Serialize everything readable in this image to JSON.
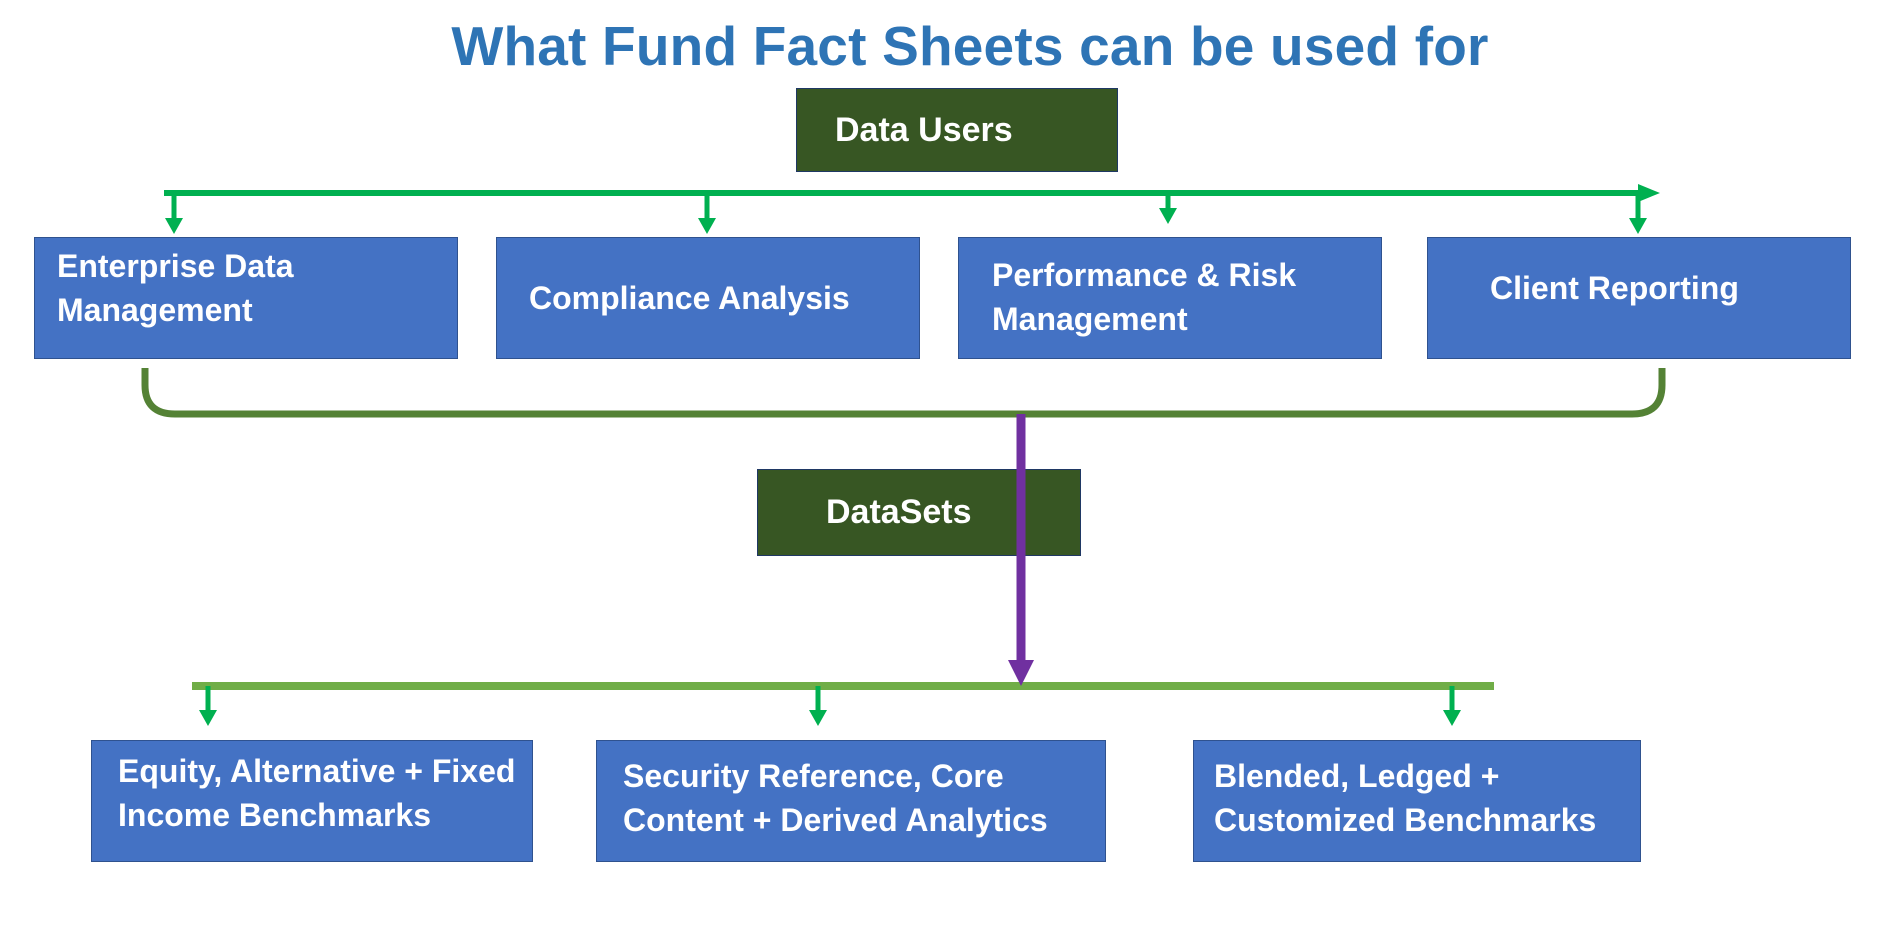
{
  "title": "What Fund Fact Sheets can be used for",
  "data_users": {
    "label": "Data Users",
    "items": [
      {
        "label": "Enterprise Data\nManagement"
      },
      {
        "label": "Compliance Analysis"
      },
      {
        "label": "Performance & Risk\nManagement"
      },
      {
        "label": "Client Reporting"
      }
    ]
  },
  "datasets": {
    "label": "DataSets",
    "items": [
      {
        "label": "Equity, Alternative + Fixed\nIncome Benchmarks"
      },
      {
        "label": "Security Reference, Core\nContent + Derived Analytics"
      },
      {
        "label": "Blended, Ledged +\nCustomized Benchmarks"
      }
    ]
  },
  "colors": {
    "title": "#2e74b5",
    "dark_box": "#375623",
    "blue_box": "#4472c4",
    "green_arrow": "#00b050",
    "olive_line": "#548235",
    "light_green_line": "#70ad47",
    "purple_arrow": "#7030a0"
  }
}
